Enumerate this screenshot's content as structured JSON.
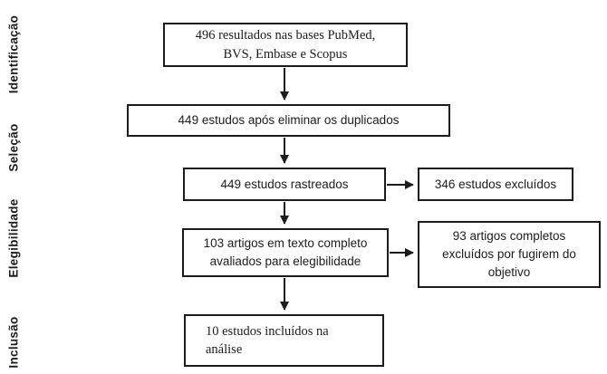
{
  "colors": {
    "line": "#1c1c1c",
    "text": "#1c1c1c",
    "background": "#ffffff"
  },
  "stages": [
    {
      "label": "Identificação"
    },
    {
      "label": "Seleção"
    },
    {
      "label": "Elegibilidade"
    },
    {
      "label": "Inclusão"
    }
  ],
  "boxes": {
    "sources": "496 resultados nas bases PubMed,\nBVS, Embase e Scopus",
    "deduplicated": "449 estudos após eliminar os duplicados",
    "screened": "449 estudos rastreados",
    "screening_excluded": "346 estudos excluídos",
    "fulltext_assessed": "103 artigos em texto completo\navaliados para elegibilidade",
    "fulltext_excluded": "93 artigos completos\nexcluídos por fugirem do\nobjetivo",
    "included": "10 estudos incluídos na\nanálise"
  }
}
